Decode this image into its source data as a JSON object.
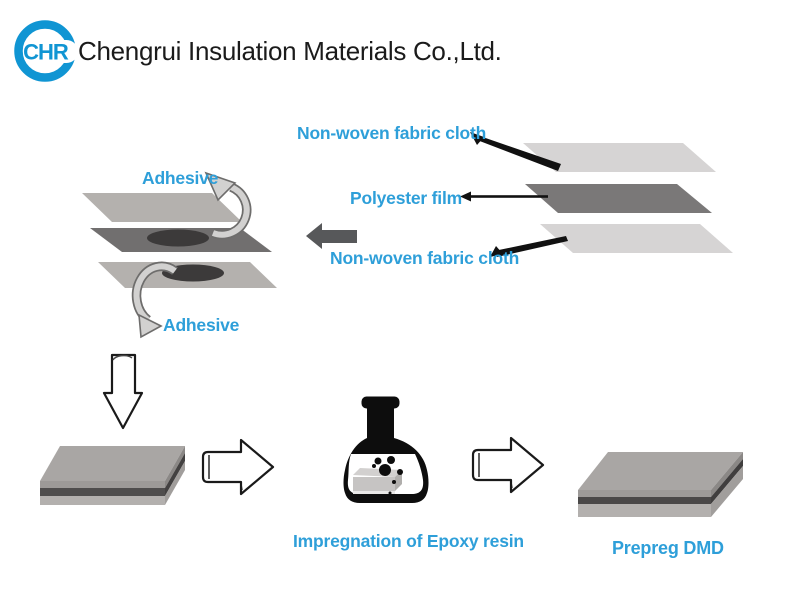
{
  "header": {
    "logo_text": "CHR",
    "company": "Chengrui Insulation Materials Co.,Ltd."
  },
  "diagram": {
    "layer_labels": {
      "top": "Non-woven fabric cloth",
      "middle": "Polyester film",
      "bottom": "Non-woven fabric cloth"
    },
    "adhesive_top": "Adhesive",
    "adhesive_bottom": "Adhesive",
    "process_label": "Impregnation of Epoxy resin",
    "result_label": "Prepreg DMD"
  },
  "colors": {
    "accent_blue": "#2E9FD9",
    "logo_blue": "#1095D3",
    "title_text": "#1b1b1b",
    "layer_light": "#D6D4D4",
    "layer_dark": "#7A7878",
    "stack_light": "#B4B1AE",
    "stack_dark": "#716F6F",
    "adhesive_spot": "#3C3A3A",
    "solid_arrow": "#57585A",
    "curved_arrow_fill": "#D2D1D0",
    "curved_arrow_outline": "#6E6D6C",
    "slab_top": "#A9A6A4",
    "slab_dark_band": "#4F4D4D",
    "slab_light_band": "#B3B0AE",
    "flask": "#0D0D0D",
    "outline_arrow_stroke": "#1A1A1A"
  }
}
